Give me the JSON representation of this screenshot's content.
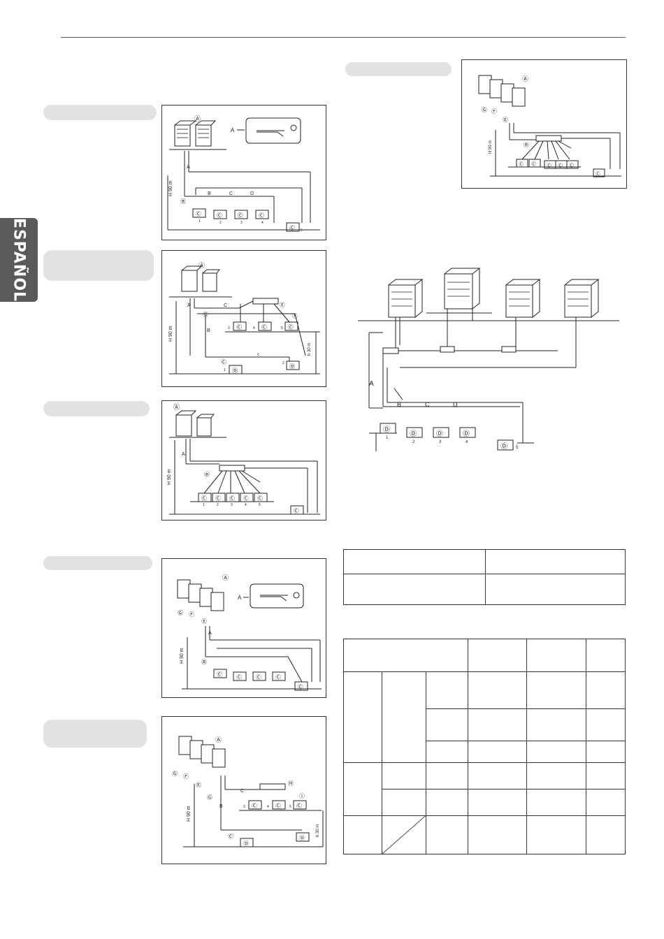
{
  "sidebar": {
    "language_label": "ESPAÑOL"
  },
  "diagram_labels": {
    "outdoor_marker": "Ⓐ",
    "height_label": "H 90 m",
    "height_30": "h 30 m",
    "letter_A": "A",
    "letter_B": "B",
    "letter_C": "C",
    "letter_D": "D",
    "letter_c_small": "c",
    "indoor_C": "Ⓒ",
    "indoor_D": "Ⓓ",
    "branch_B": "Ⓑ",
    "branch_E": "Ⓔ",
    "branch_F": "Ⓕ",
    "branch_G": "Ⓖ",
    "branch_H": "Ⓗ",
    "branch_I": "Ⓘ",
    "n1": "1",
    "n2": "2",
    "n3": "3",
    "n4": "4",
    "n5": "5"
  }
}
